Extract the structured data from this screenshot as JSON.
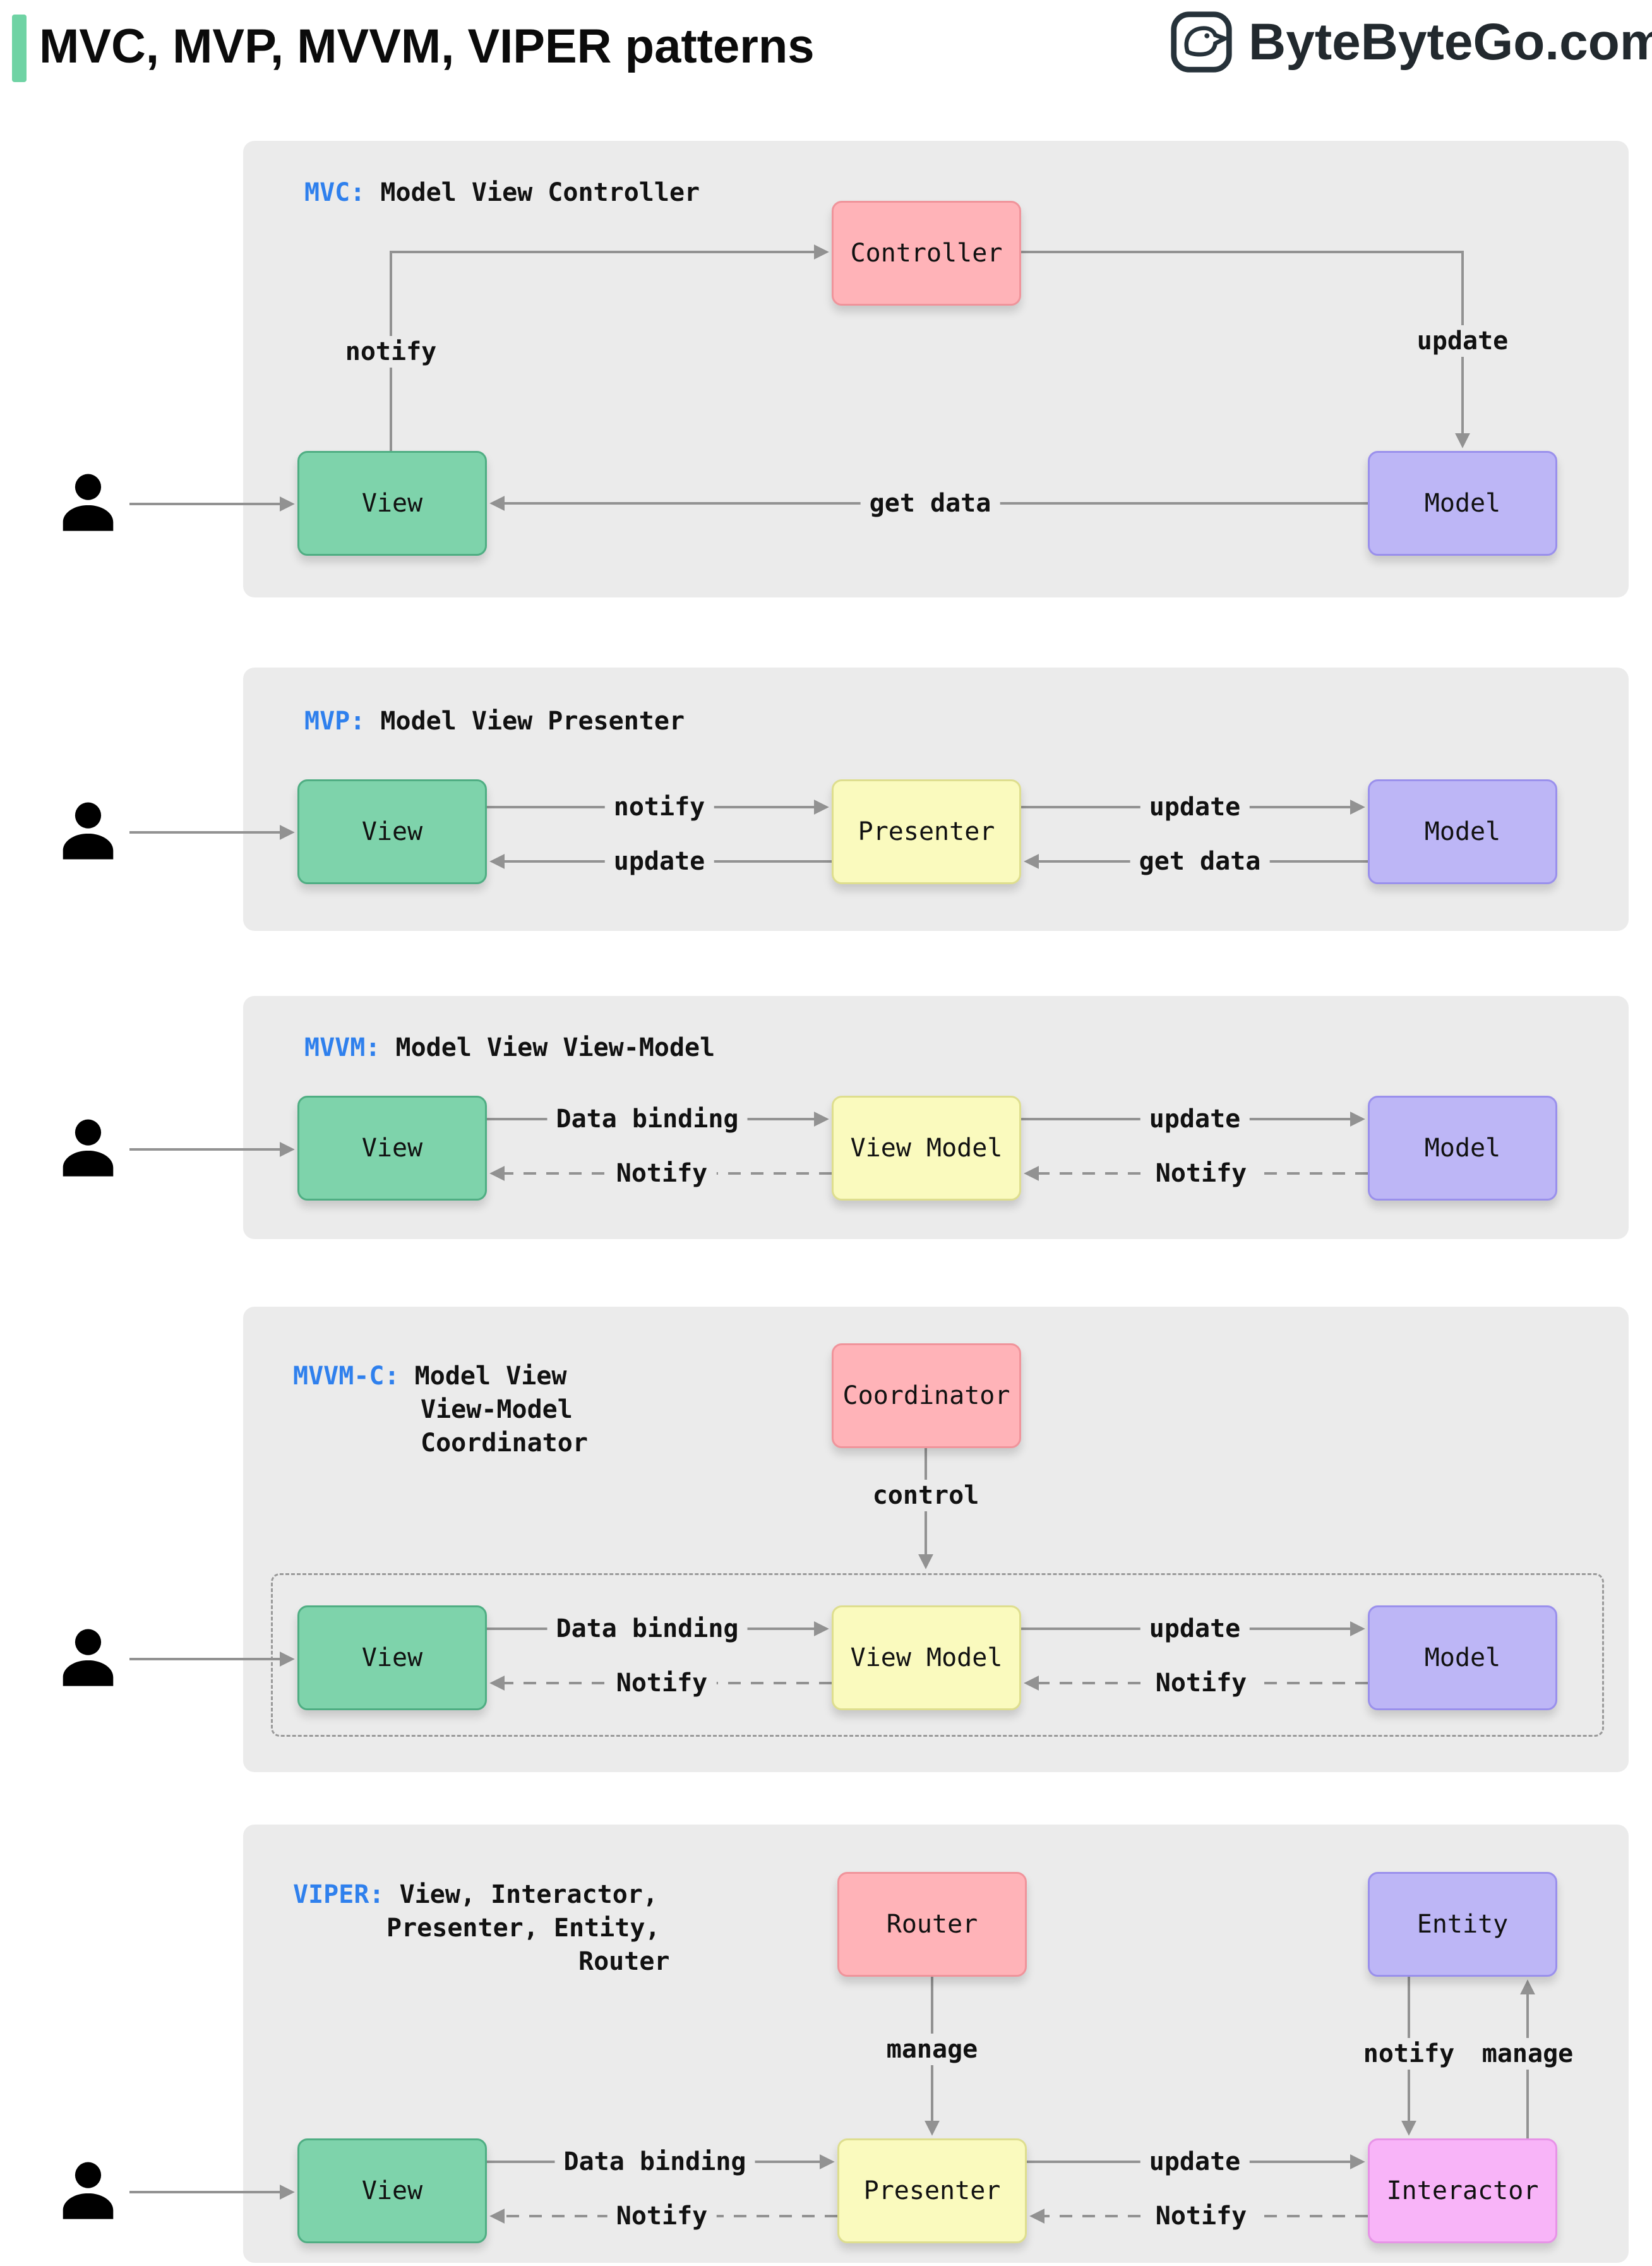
{
  "header": {
    "title": "MVC, MVP, MVVM, VIPER patterns",
    "brand": "ByteByteGo.com"
  },
  "colors": {
    "panel_bg": "#ebebeb",
    "view_green": "#7ed3ab",
    "controller_pink": "#ffb3b8",
    "model_purple": "#bdb6f6",
    "presenter_yellow": "#fafabe",
    "interactor_magenta": "#f8b4f8",
    "arrow_gray": "#929292",
    "heading_blue": "#2f80ed",
    "accent_green": "#6fd3a4"
  },
  "panels": {
    "mvc": {
      "abbr": "MVC:",
      "name": "Model View Controller",
      "boxes": {
        "controller": "Controller",
        "view": "View",
        "model": "Model"
      },
      "edges": {
        "notify": "notify",
        "update": "update",
        "get_data": "get data"
      }
    },
    "mvp": {
      "abbr": "MVP:",
      "name": "Model View Presenter",
      "boxes": {
        "view": "View",
        "presenter": "Presenter",
        "model": "Model"
      },
      "edges": {
        "notify": "notify",
        "update_view": "update",
        "update_model": "update",
        "get_data": "get data"
      }
    },
    "mvvm": {
      "abbr": "MVVM:",
      "name": "Model View View-Model",
      "boxes": {
        "view": "View",
        "view_model": "View Model",
        "model": "Model"
      },
      "edges": {
        "data_binding": "Data binding",
        "notify_view": "Notify",
        "update": "update",
        "notify_view_model": "Notify"
      }
    },
    "mvvm_c": {
      "abbr": "MVVM-C:",
      "name_line1": "Model View",
      "name_line2": "View-Model",
      "name_line3": "Coordinator",
      "boxes": {
        "coordinator": "Coordinator",
        "view": "View",
        "view_model": "View Model",
        "model": "Model"
      },
      "edges": {
        "control": "control",
        "data_binding": "Data binding",
        "notify_view": "Notify",
        "update": "update",
        "notify_view_model": "Notify"
      }
    },
    "viper": {
      "abbr": "VIPER:",
      "name_line1": "View, Interactor,",
      "name_line2": "Presenter, Entity,",
      "name_line3": "Router",
      "boxes": {
        "router": "Router",
        "entity": "Entity",
        "view": "View",
        "presenter": "Presenter",
        "interactor": "Interactor"
      },
      "edges": {
        "manage_presenter": "manage",
        "notify_interactor": "notify",
        "manage_entity": "manage",
        "data_binding": "Data binding",
        "notify_view": "Notify",
        "update": "update",
        "notify_presenter": "Notify"
      }
    }
  }
}
